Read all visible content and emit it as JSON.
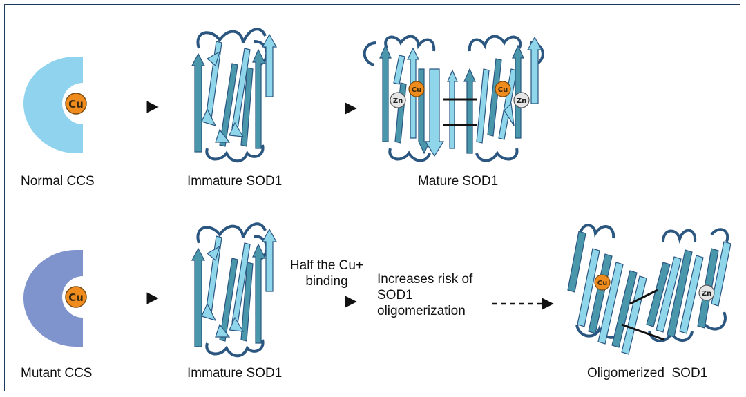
{
  "labels": {
    "normal_ccs": "Normal CCS",
    "immature_sod1_top": "Immature SOD1",
    "mature_sod1": "Mature SOD1",
    "mutant_ccs": "Mutant CCS",
    "immature_sod1_bottom": "Immature SOD1",
    "oligomerized_sod1": "Oligomerized  SOD1"
  },
  "notes": {
    "half_binding": [
      "Half the Cu+",
      "binding"
    ],
    "risk": [
      "Increases risk of",
      "SOD1",
      "oligomerization"
    ]
  },
  "ions": {
    "copper": "Cu",
    "zinc": "Zn"
  },
  "colors": {
    "normal_ccs": "#8fd3ee",
    "mutant_ccs": "#7f93cc",
    "strand_light": "#8fd6ea",
    "strand_dark": "#4a97ab",
    "loop": "#2a5680",
    "copper": "#f08c1e",
    "zinc": "#e6e6e6",
    "frame": "#1f3b5c"
  }
}
